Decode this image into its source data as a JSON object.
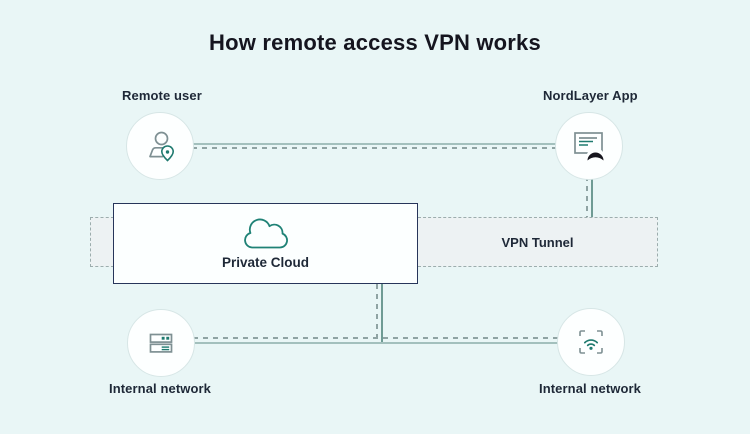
{
  "title": "How remote access VPN works",
  "diagram": {
    "remote_user": {
      "label": "Remote user",
      "icon": "user-location-icon"
    },
    "nordlayer_app": {
      "label": "NordLayer App",
      "icon": "nordlayer-app-icon"
    },
    "private_cloud": {
      "label": "Private Cloud",
      "icon": "cloud-icon"
    },
    "vpn_tunnel": {
      "label": "VPN Tunnel"
    },
    "internal_network_left": {
      "label": "Internal network",
      "icon": "server-icon"
    },
    "internal_network_right": {
      "label": "Internal network",
      "icon": "wifi-scan-icon"
    }
  },
  "colors": {
    "background": "#e9f6f6",
    "accent_teal": "#1f7a6f",
    "box_border_navy": "#27355a",
    "icon_gray": "#7e9093",
    "logo_dark": "#17161e",
    "line_solid_h": "#a3c0bd",
    "line_solid_v": "#6f9b94",
    "line_dashed": "#8fa3a3",
    "band_fill": "#edf2f3",
    "node_fill": "#fdffff",
    "title_color": "#15151f"
  }
}
